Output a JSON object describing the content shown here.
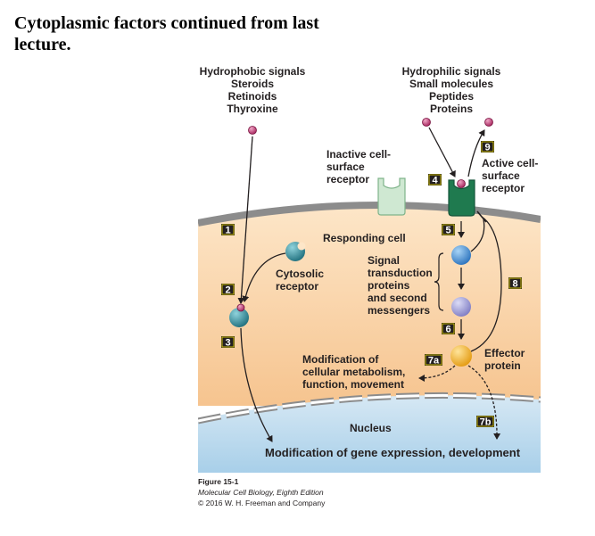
{
  "title": [
    "Cytoplasmic factors continued from last",
    "lecture."
  ],
  "hydrophobic": {
    "heading": "Hydrophobic signals",
    "items": [
      "Steroids",
      "Retinoids",
      "Thyroxine"
    ]
  },
  "hydrophilic": {
    "heading": "Hydrophilic signals",
    "items": [
      "Small molecules",
      "Peptides",
      "Proteins"
    ]
  },
  "inactive_receptor": [
    "Inactive cell-",
    "surface",
    "receptor"
  ],
  "active_receptor": [
    "Active cell-",
    "surface",
    "receptor"
  ],
  "responding_cell": "Responding cell",
  "cytosolic_receptor": [
    "Cytosolic",
    "receptor"
  ],
  "signal_transduction": [
    "Signal",
    "transduction",
    "proteins",
    "and second",
    "messengers"
  ],
  "effector_protein": [
    "Effector",
    "protein"
  ],
  "modification_metabolism": [
    "Modification of",
    "cellular metabolism,",
    "function, movement"
  ],
  "nucleus": "Nucleus",
  "modification_gene": "Modification of gene expression, development",
  "step_numbers": {
    "s1": "1",
    "s2": "2",
    "s3": "3",
    "s4": "4",
    "s5": "5",
    "s6": "6",
    "s7a": "7a",
    "s7b": "7b",
    "s8": "8",
    "s9": "9"
  },
  "caption": {
    "figure": "Figure 15-1",
    "book": "Molecular Cell Biology, Eighth Edition",
    "copyright": "© 2016 W. H. Freeman and Company"
  },
  "colors": {
    "cytoplasm_top": "#fde6c8",
    "cytoplasm_bottom": "#f6c48f",
    "nucleus_top": "#cfe3f2",
    "nucleus_bottom": "#a8cfe9",
    "membrane": "#8c8c8c",
    "inactive_receptor": "#cfe8d2",
    "active_receptor": "#1f7a4f",
    "ligand": "#c0306f",
    "cytosolic_receptor": "#2a8a9a",
    "transduction_blue": "#3c8fd6",
    "transduction_lavender": "#a5a4dc",
    "effector": "#f2b420",
    "number_box": "#231f20"
  }
}
